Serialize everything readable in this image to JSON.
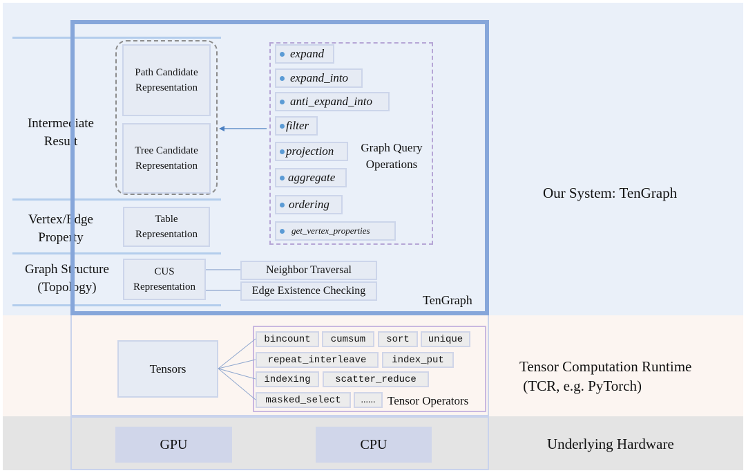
{
  "labels": {
    "intermediate_result": "Intermediate\nResult",
    "vertex_edge_property": "Vertex/Edge\nProperty",
    "graph_structure": "Graph Structure\n(Topology)",
    "our_system": "Our System: TenGraph",
    "tcr": "Tensor Computation Runtime\n (TCR, e.g. PyTorch)",
    "underlying_hardware": "Underlying Hardware",
    "tengraph": "TenGraph",
    "graph_query_operations": "Graph Query\nOperations",
    "tensor_operators": "Tensor Operators"
  },
  "representations": {
    "path": "Path Candidate\nRepresentation",
    "tree": "Tree Candidate\nRepresentation",
    "table": "Table\nRepresentation",
    "cus": "CUS\nRepresentation"
  },
  "operations": [
    "expand",
    "expand_into",
    "anti_expand_into",
    "filter",
    "projection",
    "aggregate",
    "ordering",
    "get_vertex_properties"
  ],
  "topology_ops": [
    "Neighbor Traversal",
    "Edge Existence Checking"
  ],
  "tensors": "Tensors",
  "tensor_ops": [
    "bincount",
    "cumsum",
    "sort",
    "unique",
    "repeat_interleave",
    "index_put",
    "indexing",
    "scatter_reduce",
    "masked_select",
    "......"
  ],
  "hardware": [
    "GPU",
    "CPU"
  ],
  "colors": {
    "system_band": "#eaf0f9",
    "tcr_band": "#fcf5f1",
    "hardware_band": "#e4e4e4",
    "tengraph_border": "#86a6da",
    "bullet": "#5b9bd5",
    "connector": "#4a7fc1"
  }
}
